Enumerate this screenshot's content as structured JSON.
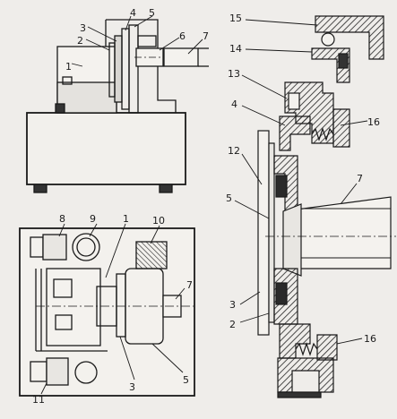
{
  "labels": {
    "top_left": {
      "l1": "1",
      "l2": "2",
      "l3": "3",
      "l4": "4",
      "l5": "5",
      "l6": "6",
      "l7": "7"
    },
    "bottom_left": {
      "l8": "8",
      "l9": "9",
      "l1": "1",
      "l10": "10",
      "l7": "7",
      "l11": "11",
      "l3": "3",
      "l5": "5"
    },
    "right": {
      "l15": "15",
      "l14": "14",
      "l13": "13",
      "l4": "4",
      "l16a": "16",
      "l12": "12",
      "l5": "5",
      "l7": "7",
      "l3": "3",
      "l2": "2",
      "l16b": "16"
    }
  },
  "colors": {
    "ink": "#1a1a1a",
    "paper": "#efedea",
    "hatch": "#222222"
  }
}
